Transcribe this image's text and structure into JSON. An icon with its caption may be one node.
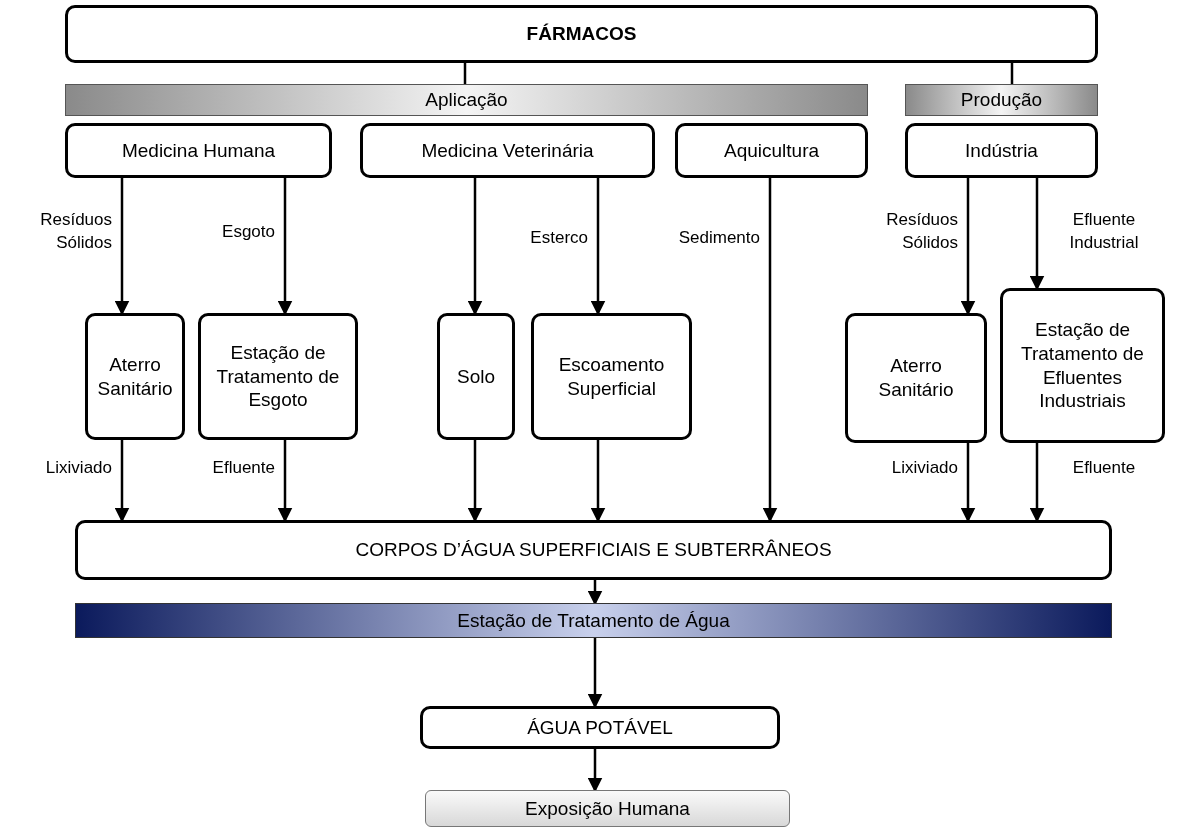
{
  "diagram": {
    "nodes": [
      {
        "text": [
          "FÁRMACOS"
        ]
      },
      {
        "text": [
          "Aplicação"
        ]
      },
      {
        "text": [
          "Produção"
        ]
      },
      {
        "text": [
          "Medicina Humana"
        ]
      },
      {
        "text": [
          "Medicina Veterinária"
        ]
      },
      {
        "text": [
          "Aquicultura"
        ]
      },
      {
        "text": [
          "Indústria"
        ]
      },
      {
        "text": [
          "Aterro Sanitário"
        ]
      },
      {
        "text": [
          "Estação de Tratamento de Esgoto"
        ]
      },
      {
        "text": [
          "Solo"
        ]
      },
      {
        "text": [
          "Escoamento Superficial"
        ]
      },
      {
        "text": [
          "Aterro Sanitário"
        ]
      },
      {
        "text": [
          "Estação de Tratamento de Efluentes Industriais"
        ]
      },
      {
        "text": [
          "CORPOS D’ÁGUA SUPERFICIAIS E SUBTERRÂNEOS"
        ]
      },
      {
        "text": [
          "Estação de Tratamento de Água"
        ]
      },
      {
        "text": [
          "ÁGUA POTÁVEL"
        ]
      },
      {
        "text": [
          "Exposição Humana"
        ]
      }
    ],
    "edges": [
      {
        "from": 0,
        "to": 1,
        "arrow": "none"
      },
      {
        "from": 0,
        "to": 2,
        "arrow": "none"
      },
      {
        "from": 3,
        "to": 7,
        "arrow": "to",
        "label": "Resíduos Sólidos"
      },
      {
        "from": 3,
        "to": 8,
        "arrow": "to",
        "label": "Esgoto"
      },
      {
        "from": 4,
        "to": 9,
        "arrow": "to"
      },
      {
        "from": 4,
        "to": 10,
        "arrow": "to",
        "label": "Esterco"
      },
      {
        "from": 5,
        "to": 13,
        "arrow": "to",
        "label": "Sedimento"
      },
      {
        "from": 6,
        "to": 11,
        "arrow": "to",
        "label": "Resíduos Sólidos"
      },
      {
        "from": 6,
        "to": 12,
        "arrow": "to",
        "label": "Efluente Industrial"
      },
      {
        "from": 7,
        "to": 13,
        "arrow": "to",
        "label": "Lixiviado"
      },
      {
        "from": 8,
        "to": 13,
        "arrow": "to",
        "label": "Efluente"
      },
      {
        "from": 9,
        "to": 13,
        "arrow": "to"
      },
      {
        "from": 10,
        "to": 13,
        "arrow": "to"
      },
      {
        "from": 11,
        "to": 13,
        "arrow": "to",
        "label": "Lixiviado"
      },
      {
        "from": 12,
        "to": 13,
        "arrow": "to",
        "label": "Efluente"
      },
      {
        "from": 13,
        "to": 14,
        "arrow": "to"
      },
      {
        "from": 14,
        "to": 15,
        "arrow": "to"
      },
      {
        "from": 15,
        "to": 16,
        "arrow": "to"
      }
    ]
  }
}
